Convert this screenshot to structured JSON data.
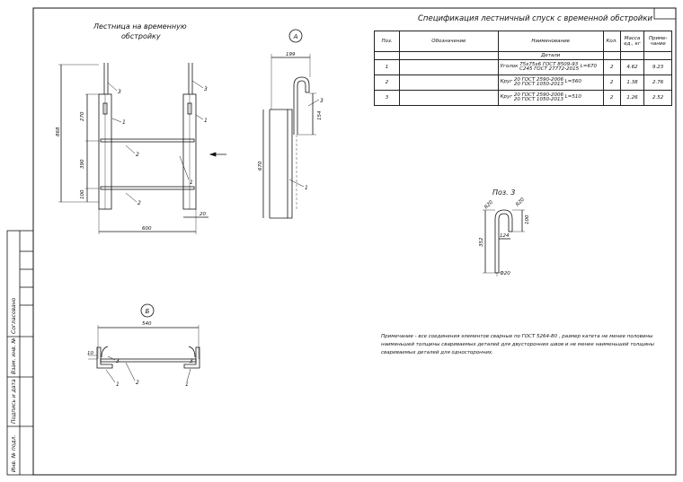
{
  "view_main": {
    "title_l1": "Лестница на временную",
    "title_l2": "обстройку"
  },
  "views": {
    "a": "А",
    "b": "Б"
  },
  "pos3": {
    "title": "Поз. 3"
  },
  "dims_main": {
    "height": "868",
    "d270": "270",
    "d390": "390",
    "d100": "100",
    "width": "600",
    "d20": "20"
  },
  "dims_a": {
    "top": "199",
    "d154": "154",
    "d670": "670"
  },
  "dims_b": {
    "width": "540",
    "d10": "10"
  },
  "dims_pos3": {
    "r1": "R20",
    "r2": "R20",
    "d100": "100",
    "d124": "124",
    "d352": "352",
    "dia": "Ф20"
  },
  "callouts": {
    "c1": "1",
    "c2": "2",
    "c3": "3"
  },
  "spec": {
    "title": "Спецификация лестничный спуск с временной обстройки",
    "headers": [
      "Поз.",
      "Обозначение",
      "Наименование",
      "Кол.",
      "Масса ед., кг",
      "Приме-чание"
    ],
    "section": "Детали",
    "rows": [
      {
        "pos": "1",
        "name_a": "Уголок",
        "name_b": "75х75х6 ГОСТ 8509-93",
        "name_c": "С245 ГОСТ 27772-2015",
        "length": "L=670",
        "qty": "2",
        "mass": "4.62",
        "note": "9.23"
      },
      {
        "pos": "2",
        "name_a": "Круг",
        "name_b": "20 ГОСТ 2590-2006",
        "name_c": "20 ГОСТ 1050-2013",
        "length": "L=560",
        "qty": "2",
        "mass": "1.38",
        "note": "2.76"
      },
      {
        "pos": "3",
        "name_a": "Круг",
        "name_b": "20 ГОСТ 2590-2006",
        "name_c": "20 ГОСТ 1050-2013",
        "length": "L=510",
        "qty": "2",
        "mass": "1.26",
        "note": "2.52"
      }
    ]
  },
  "note": {
    "line1": "Примечание - все соединения элементов сварные по ГОСТ 5264-80 , размер катета не менее половины",
    "line2": "наименьшей толщины свариваемых деталей для двусторонних швов и не менее наименьшей толщины",
    "line3": "свариваемых деталей для односторонних."
  },
  "stamp": {
    "soglasovano": "Согласовано",
    "vzam": "Взам. инв. №",
    "podpis": "Подпись и дата",
    "inv": "Инв. № подл."
  }
}
